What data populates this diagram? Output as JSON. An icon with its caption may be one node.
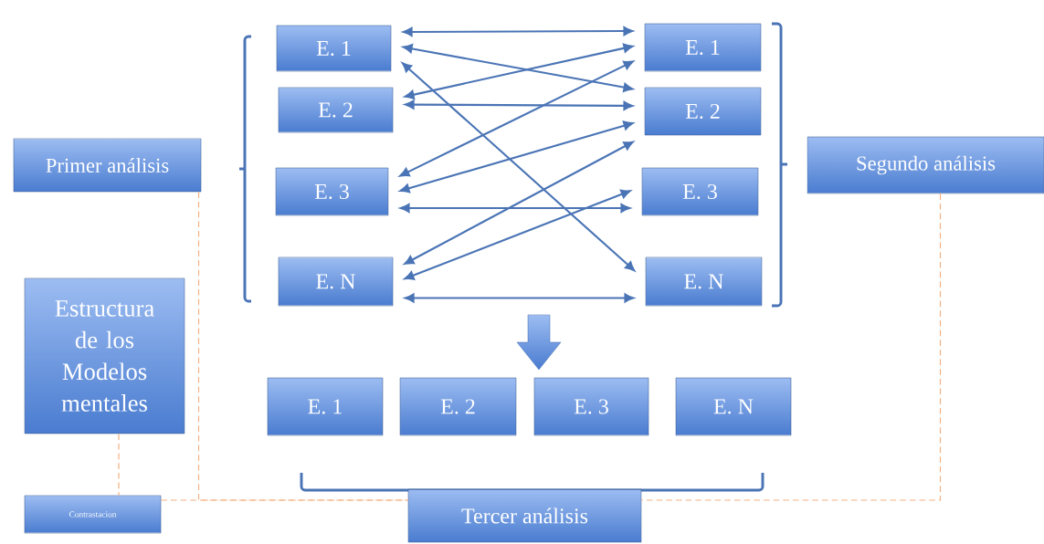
{
  "diagram": {
    "nodes": [
      {
        "text": [
          "Primer análisis"
        ]
      },
      {
        "text": [
          "E. 1"
        ]
      },
      {
        "text": [
          "E. 2"
        ]
      },
      {
        "text": [
          "E. 3"
        ]
      },
      {
        "text": [
          "E. N"
        ]
      },
      {
        "text": [
          "E. 1"
        ]
      },
      {
        "text": [
          "E. 2"
        ]
      },
      {
        "text": [
          "E. 3"
        ]
      },
      {
        "text": [
          "E. N"
        ]
      },
      {
        "text": [
          "Segundo análisis"
        ]
      },
      {
        "text": [
          "Estructura de los Modelos mentales"
        ]
      },
      {
        "text": [
          "E. 1"
        ]
      },
      {
        "text": [
          "E. 2"
        ]
      },
      {
        "text": [
          "E. 3"
        ]
      },
      {
        "text": [
          "E. N"
        ]
      },
      {
        "text": [
          "Contrastacion"
        ]
      },
      {
        "text": [
          "Tercer análisis"
        ]
      }
    ],
    "edges": [
      {
        "from": 1,
        "to": 5,
        "arrow": "both"
      },
      {
        "from": 1,
        "to": 6,
        "arrow": "both"
      },
      {
        "from": 1,
        "to": 8,
        "arrow": "both"
      },
      {
        "from": 5,
        "to": 2,
        "arrow": "both"
      },
      {
        "from": 2,
        "to": 6,
        "arrow": "both"
      },
      {
        "from": 5,
        "to": 3,
        "arrow": "both"
      },
      {
        "from": 6,
        "to": 3,
        "arrow": "both"
      },
      {
        "from": 3,
        "to": 7,
        "arrow": "both"
      },
      {
        "from": 6,
        "to": 4,
        "arrow": "both"
      },
      {
        "from": 7,
        "to": 4,
        "arrow": "both"
      },
      {
        "from": 4,
        "to": 8,
        "arrow": "both"
      },
      {
        "from": 10,
        "to": 15,
        "arrow": "none",
        "style": "dashed",
        "color": "#f4b183"
      },
      {
        "from": 15,
        "to": 16,
        "arrow": "none",
        "style": "dashed",
        "color": "#f4b183"
      },
      {
        "from": 0,
        "to": 16,
        "arrow": "none",
        "style": "dashed",
        "color": "#f4b183"
      },
      {
        "from": 9,
        "to": 16,
        "arrow": "none",
        "style": "dashed",
        "color": "#f4b183"
      }
    ]
  }
}
